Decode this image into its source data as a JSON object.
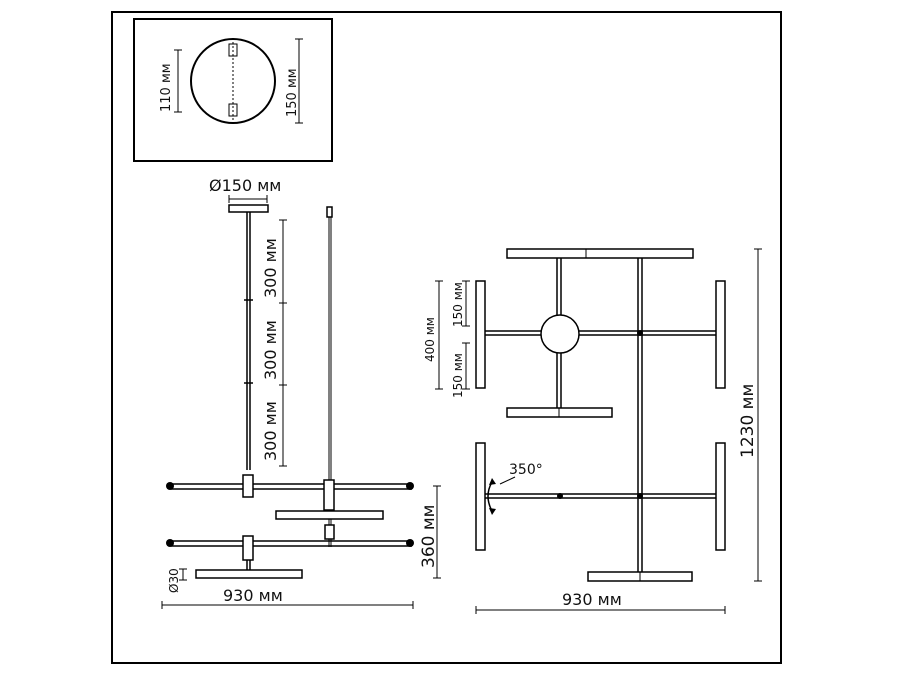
{
  "colors": {
    "line": "#000000",
    "background": "#ffffff",
    "text": "#111111"
  },
  "inset": {
    "dim_mount_spacing": "110 мм",
    "dim_canopy_diameter": "150 мм"
  },
  "side_view": {
    "dim_canopy": "Ø150 мм",
    "dim_rod_1": "300 мм",
    "dim_rod_2": "300 мм",
    "dim_rod_3": "300 мм",
    "dim_height": "360 мм",
    "dim_thickness": "Ø30",
    "dim_width": "930 мм"
  },
  "top_view": {
    "dim_arm_total": "400 мм",
    "dim_arm_upper": "150 мм",
    "dim_arm_lower": "150 мм",
    "rotation": "350°",
    "dim_length": "1230 мм",
    "dim_width": "930 мм"
  }
}
